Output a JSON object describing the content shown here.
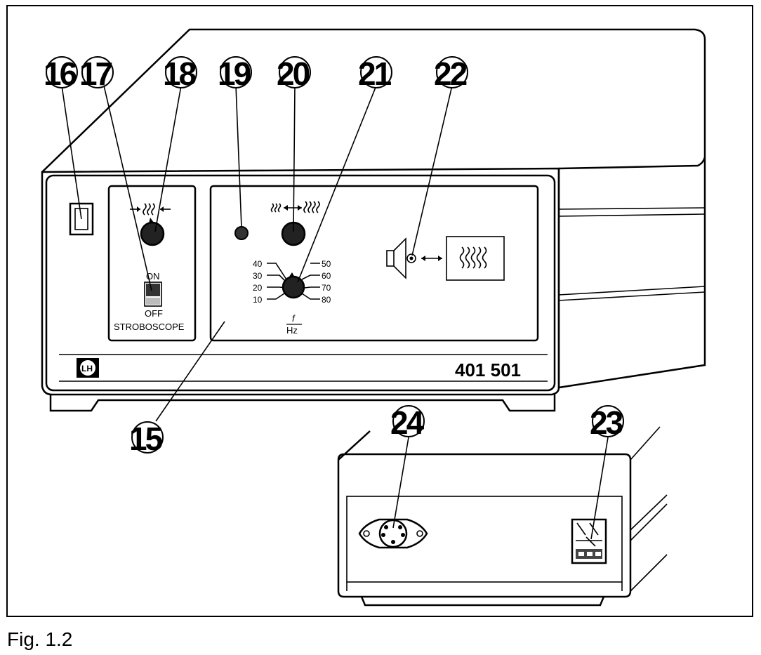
{
  "figure": {
    "caption": "Fig. 1.2",
    "model_number": "401 501",
    "callouts": [
      "16",
      "17",
      "18",
      "19",
      "20",
      "21",
      "22",
      "15",
      "24",
      "23"
    ]
  },
  "stroboscope_panel": {
    "switch_on": "ON",
    "switch_off": "OFF",
    "title": "STROBOSCOPE"
  },
  "frequency_dial": {
    "left_ticks": [
      "40",
      "30",
      "20",
      "10"
    ],
    "right_ticks": [
      "50",
      "60",
      "70",
      "80"
    ],
    "unit_numerator": "f",
    "unit_denominator": "Hz"
  },
  "logo": "LH"
}
